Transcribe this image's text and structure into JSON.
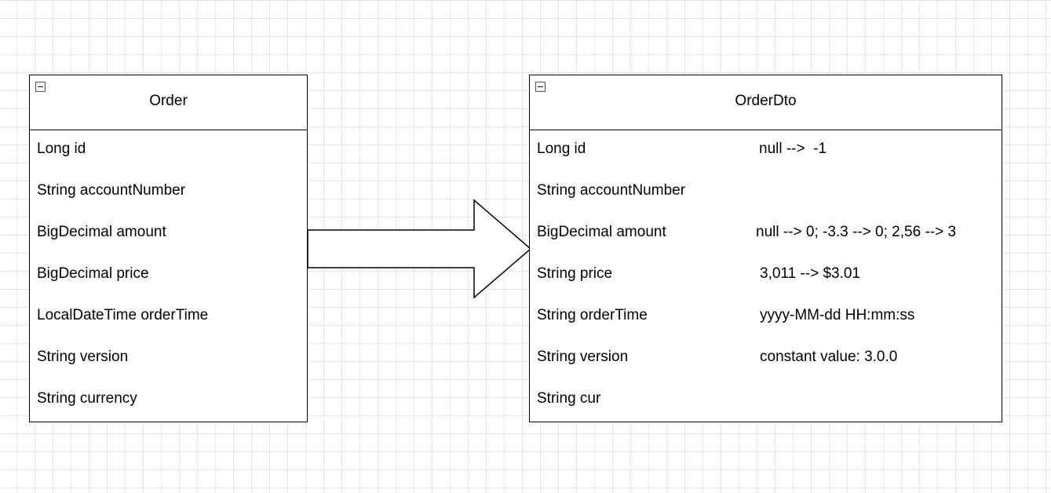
{
  "order_box": {
    "title": "Order",
    "fields": [
      "Long id",
      "String accountNumber",
      "BigDecimal amount",
      "BigDecimal price",
      "LocalDateTime orderTime",
      "String version",
      "String currency"
    ]
  },
  "dto_box": {
    "title": "OrderDto",
    "fields": [
      {
        "name": "Long id",
        "note": "null -->  -1"
      },
      {
        "name": "String accountNumber",
        "note": ""
      },
      {
        "name": "BigDecimal amount",
        "note": "null --> 0; -3.3 --> 0; 2,56 --> 3"
      },
      {
        "name": "String price",
        "note": "3,011 --> $3.01"
      },
      {
        "name": "String orderTime",
        "note": "yyyy-MM-dd HH:mm:ss"
      },
      {
        "name": "String version",
        "note": "constant value: 3.0.0"
      },
      {
        "name": "String cur",
        "note": ""
      }
    ]
  },
  "colors": {
    "grid": "#e6e6e6",
    "stroke": "#000000",
    "fill": "#ffffff"
  },
  "icons": [
    "collapse-toggle-icon",
    "block-arrow-icon"
  ]
}
